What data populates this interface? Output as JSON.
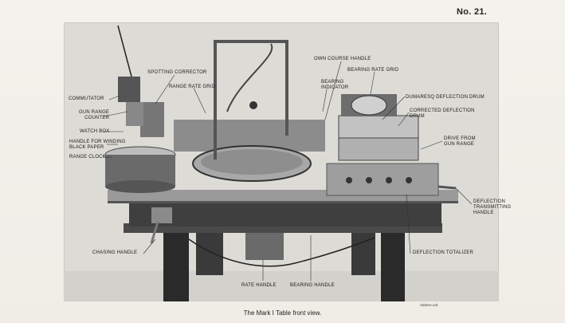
{
  "plate_number": "No. 21.",
  "caption": "The Mark I Table  front view.",
  "credit": "Vickers Ltd.",
  "labels": {
    "commutator": "COMMUTATOR",
    "spotting_corrector": "SPOTTING CORRECTOR",
    "range_rate_grid": "RANGE RATE GRID",
    "own_course_handle": "OWN COURSE HANDLE",
    "bearing_rate_grid": "BEARING RATE GRID",
    "bearing_indicator": "BEARING\nINDICATOR",
    "gun_range_counter": "GUN RANGE\nCOUNTER",
    "watch_box": "WATCH BOX",
    "handle_winding": "HANDLE FOR WINDING\nBLACK PAPER",
    "range_clock": "RANGE CLOCK",
    "dumaresq_drum": "DUMARESQ DEFLECTION DRUM",
    "corrected_drum": "CORRECTED DEFLECTION\nDRUM",
    "drive_from_gun_range": "DRIVE FROM\nGUN RANGE",
    "deflection_transmitting_handle": "DEFLECTION\nTRANSMITTING\nHANDLE",
    "chasing_handle": "CHASING HANDLE",
    "deflection_totalizer": "DEFLECTION TOTALIZER",
    "rate_handle": "RATE HANDLE",
    "bearing_handle": "BEARING HANDLE"
  }
}
